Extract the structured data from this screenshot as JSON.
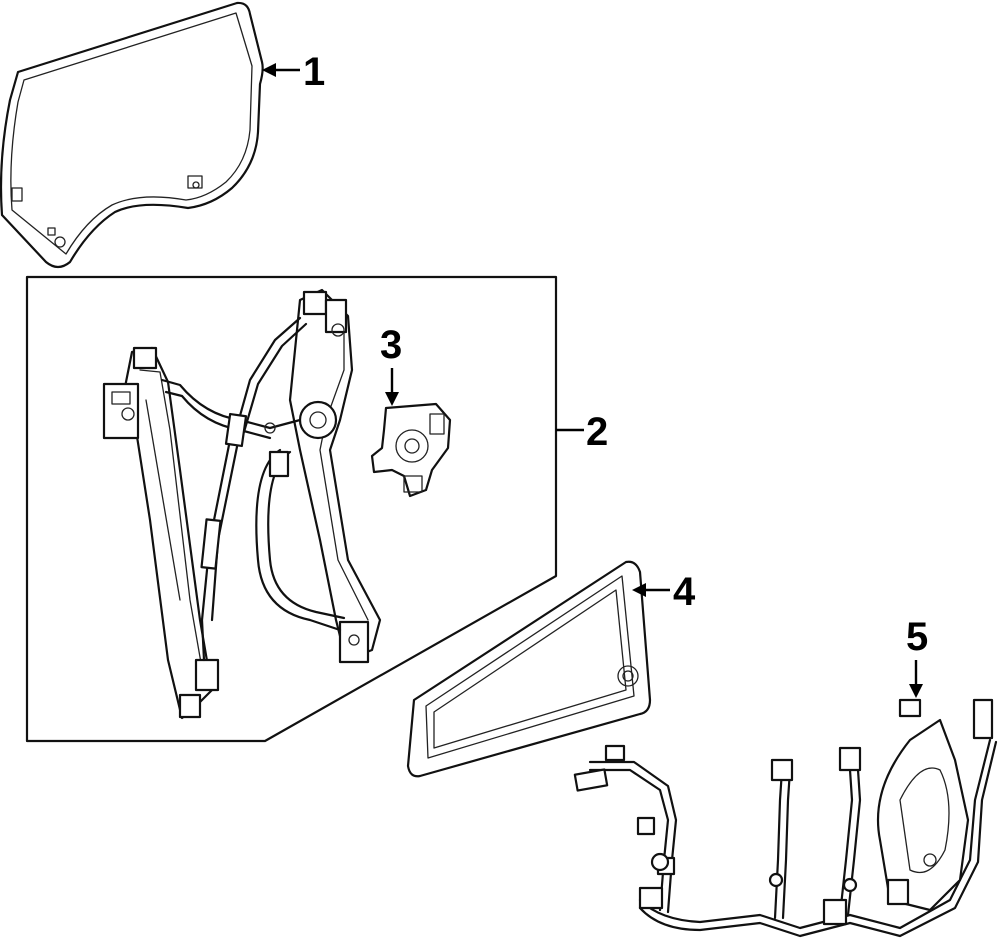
{
  "callouts": [
    {
      "id": "1",
      "label": "1"
    },
    {
      "id": "2",
      "label": "2"
    },
    {
      "id": "3",
      "label": "3"
    },
    {
      "id": "4",
      "label": "4"
    },
    {
      "id": "5",
      "label": "5"
    }
  ],
  "colors": {
    "line": "#111111",
    "background": "#ffffff"
  }
}
